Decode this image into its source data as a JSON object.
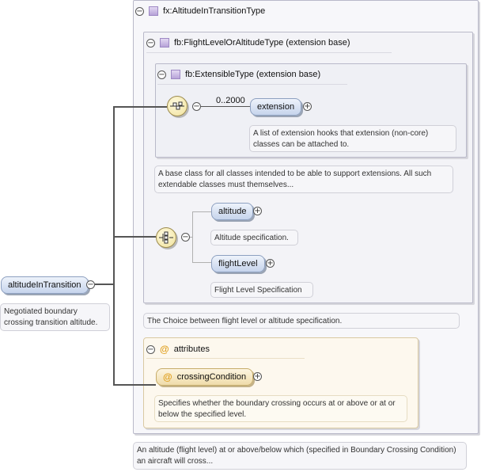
{
  "root": {
    "name": "altitudeInTransition",
    "annotation": "Negotiated boundary crossing transition altitude.",
    "doc": "An altitude (flight level) at or above/below which (specified in Boundary Crossing Condition) an aircraft will cross..."
  },
  "type": {
    "name": "fx:AltitudeInTransitionType",
    "doc": "The Choice between flight level or altitude specification."
  },
  "base1": {
    "name": "fb:FlightLevelOrAltitudeType (extension base)",
    "doc": "A base class for all classes intended to be able to support extensions. All such extendable classes must themselves..."
  },
  "base2": {
    "name": "fb:ExtensibleType (extension base)",
    "occurrence": "0..2000",
    "element": "extension",
    "element_doc": "A list of extension hooks that extension (non-core) classes can be attached to."
  },
  "choice": {
    "items": [
      {
        "name": "altitude",
        "doc": "Altitude specification."
      },
      {
        "name": "flightLevel",
        "doc": "Flight Level Specification"
      }
    ]
  },
  "attributes": {
    "title": "attributes",
    "icon": "@",
    "items": [
      {
        "name": "crossingCondition",
        "doc": "Specifies whether the boundary crossing occurs at or above or at or below the specified level."
      }
    ]
  },
  "icons": {
    "collapse": "⊖",
    "expand": "⊕"
  }
}
